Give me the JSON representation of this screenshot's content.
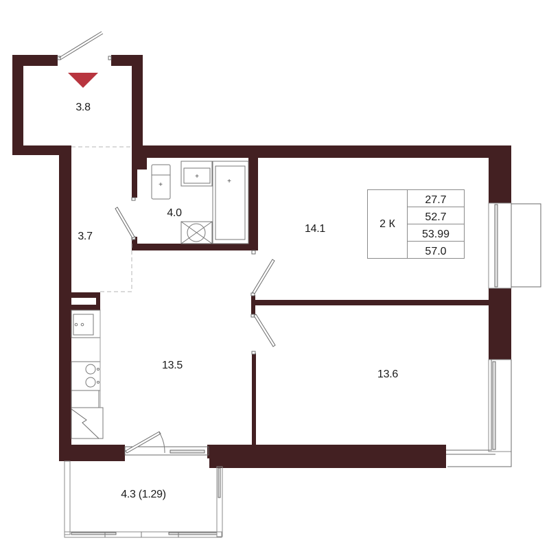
{
  "plan": {
    "apartment_type": "2 К",
    "areas": {
      "living": "27.7",
      "total": "52.7",
      "total_with_balcony": "53.99",
      "total_gross": "57.0"
    }
  },
  "rooms": [
    {
      "id": "vestibule",
      "area": "3.8"
    },
    {
      "id": "hallway",
      "area": "3.7"
    },
    {
      "id": "bathroom",
      "area": "4.0"
    },
    {
      "id": "bedroom",
      "area": "14.1"
    },
    {
      "id": "kitchen-living",
      "area": "13.5"
    },
    {
      "id": "room-2",
      "area": "13.6"
    },
    {
      "id": "balcony",
      "area": "4.3 (1.29)"
    }
  ],
  "colors": {
    "wall": "#432022",
    "entry_marker": "#b8353f",
    "line": "#6a6a6a"
  },
  "icons": {
    "entry_marker": "entrance-triangle",
    "toilet": "toilet-fixture",
    "sink": "sink-fixture",
    "bathtub": "bathtub-fixture",
    "washer": "washing-machine-fixture",
    "stove": "stove-fixture",
    "kitchen_sink": "kitchen-sink-fixture"
  }
}
